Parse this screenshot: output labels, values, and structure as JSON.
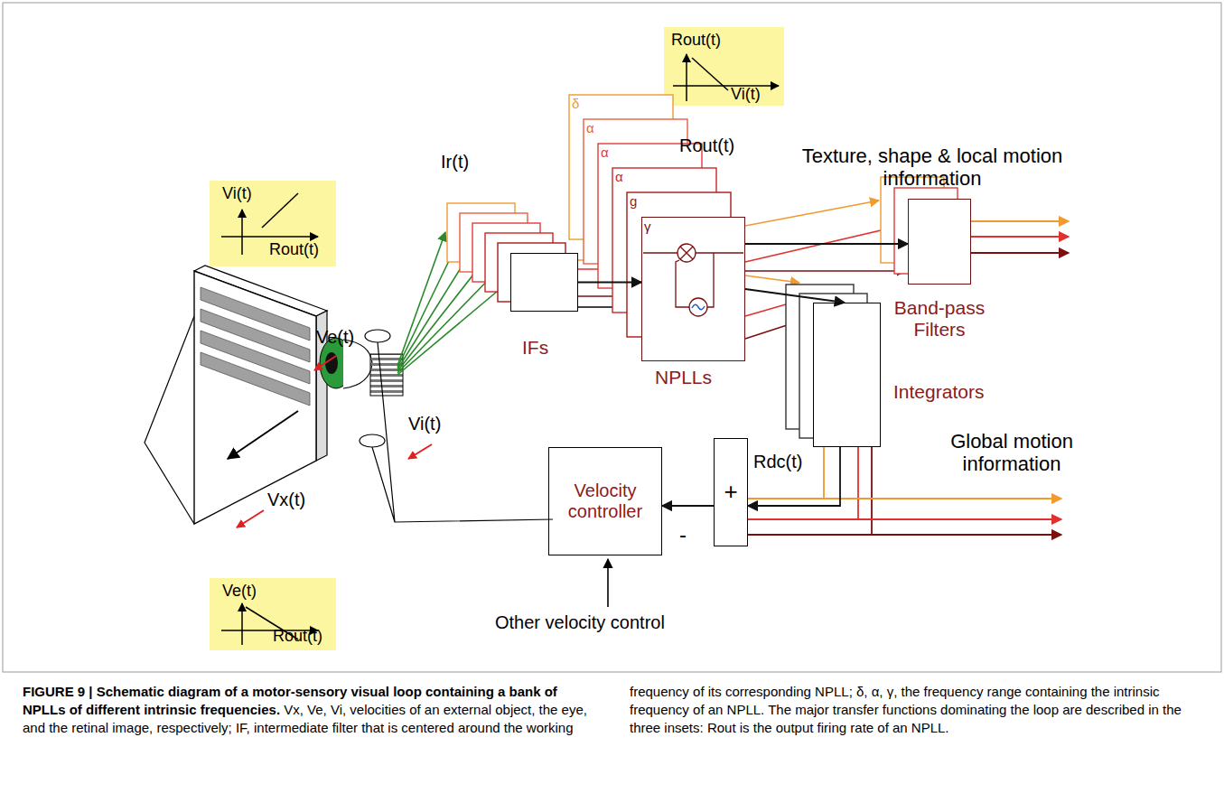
{
  "diagram": {
    "title": "FIGURE 9 | Schematic diagram of a motor-sensory visual loop containing a bank of NPLLs of different intrinsic frequencies.",
    "caption": "Vx, Ve, Vi, velocities of an external object, the eye, and the retinal image, respectively; IF, intermediate filter that is centered around the working frequency of its corresponding NPLL; δ, α, γ, the frequency range containing the intrinsic frequency of an NPLL. The major transfer functions dominating the loop are described in the three insets: Rout is the output firing rate of an NPLL.",
    "nodes": [
      {
        "text": [
          "Vi(t)",
          "Rout(t)"
        ]
      },
      {
        "text": [
          "Rout(t)",
          "Vi(t)"
        ]
      },
      {
        "text": [
          "IFs"
        ]
      },
      {
        "text": [
          "NPLLs"
        ]
      },
      {
        "text": [
          "Band-pass Filters"
        ]
      },
      {
        "text": [
          "Integrators"
        ]
      },
      {
        "text": [
          "+"
        ]
      },
      {
        "text": [
          "Velocity controller"
        ]
      },
      {
        "text": [
          "Ve(t)",
          "Rout(t)"
        ]
      }
    ],
    "edges": [
      {
        "from": 2,
        "to": 3,
        "arrow": "to"
      },
      {
        "from": 3,
        "to": 4,
        "arrow": "to"
      },
      {
        "from": 3,
        "to": 5,
        "arrow": "to"
      },
      {
        "from": 5,
        "to": 6,
        "arrow": "to"
      },
      {
        "from": 6,
        "to": 7,
        "arrow": "to"
      }
    ],
    "labels": [
      "Ir(t)",
      "Ve(t)",
      "Vi(t)",
      "Vx(t)",
      "Rout(t)",
      "Texture, shape & local motion information",
      "δ",
      "α",
      "α",
      "α",
      "g",
      "γ",
      "Rdc(t)",
      "Global motion information",
      "-",
      "Other velocity control"
    ]
  }
}
